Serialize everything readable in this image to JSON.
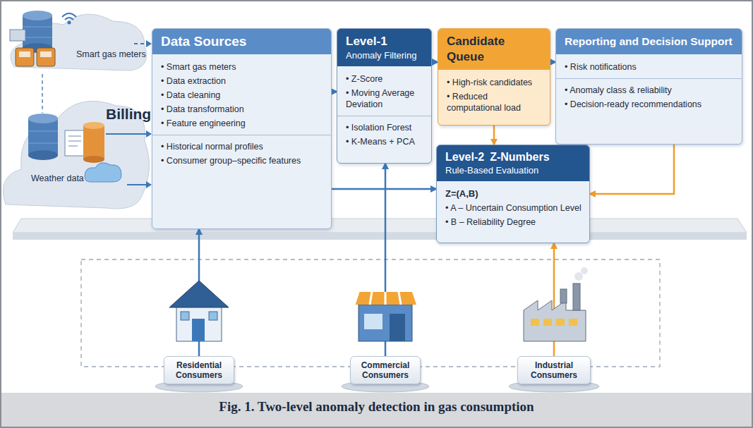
{
  "diagram": {
    "caption": "Fig. 1. Two-level anomaly detection in gas consumption",
    "nodes": [
      {
        "text": [
          "Data Sources",
          "• Smart gas meters",
          "• Data extraction",
          "• Data cleaning",
          "• Data transformation",
          "• Feature engineering",
          "• Historical normal profiles",
          "• Consumer group–specific features"
        ]
      },
      {
        "text": [
          "Level-1",
          "Anomaly Filtering",
          "• Z-Score",
          "• Moving Average Deviation",
          "• Isolation Forest",
          "• K-Means + PCA"
        ]
      },
      {
        "text": [
          "Candidate Queue",
          "• High-risk candidates",
          "• Reduced computational load"
        ]
      },
      {
        "text": [
          "Reporting and Decision Support",
          "• Risk notifications",
          "• Anomaly class & reliability",
          "• Decision-ready recommendations"
        ]
      },
      {
        "text": [
          "Level-2",
          "Z-Numbers",
          "Rule-Based Evaluation",
          "Z=(A,B)",
          "• A – Uncertain Consumption Level",
          "• B – Reliability Degree"
        ]
      },
      {
        "text": [
          "Residential Consumers"
        ]
      },
      {
        "text": [
          "Commercial Consumers"
        ]
      },
      {
        "text": [
          "Industrial Consumers"
        ]
      }
    ],
    "edges": [
      {
        "from": 0,
        "to": 1,
        "arrow": "to"
      },
      {
        "from": 1,
        "to": 2,
        "arrow": "to"
      },
      {
        "from": 2,
        "to": 3,
        "arrow": "to"
      },
      {
        "from": 2,
        "to": 4,
        "arrow": "to"
      },
      {
        "from": 3,
        "to": 4,
        "arrow": "to"
      },
      {
        "from": 0,
        "to": 4,
        "arrow": "to"
      },
      {
        "from": 5,
        "to": 0,
        "arrow": "to"
      },
      {
        "from": 6,
        "to": 1,
        "arrow": "to"
      },
      {
        "from": 7,
        "to": 4,
        "arrow": "to"
      }
    ],
    "labels": [
      "Smart gas meters",
      "Billing",
      "Weather data"
    ]
  }
}
